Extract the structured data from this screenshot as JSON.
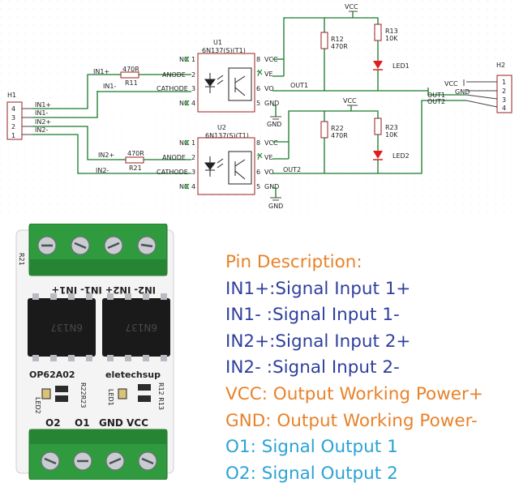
{
  "colors": {
    "wire": "#167a2a",
    "component": "#9a1f1f",
    "heading": "#e8822a",
    "input_text": "#2f3f9e",
    "power_text": "#e8822a",
    "output_text": "#2aa3d6",
    "led": "#e11d1d",
    "board_white": "#f4f4f4",
    "terminal_green": "#2f9a3e",
    "chip": "#1a1a1a"
  },
  "schematic": {
    "vcc_top": "VCC",
    "vcc_mid": "VCC",
    "gnd_1": "GND",
    "gnd_2": "GND",
    "h1": {
      "ref": "H1",
      "pins": [
        "4",
        "3",
        "2",
        "1"
      ],
      "nets": [
        "IN1+",
        "IN1-",
        "IN2+",
        "IN2-"
      ]
    },
    "h2": {
      "ref": "H2",
      "pins": [
        "1",
        "2",
        "3",
        "4"
      ],
      "vcc": "VCC",
      "gnd": "GND",
      "out1": "OUT1",
      "out2": "OUT2"
    },
    "u1": {
      "ref": "U1",
      "part": "6N137(S)(T1)",
      "left_pins": [
        {
          "name": "NC",
          "num": "1"
        },
        {
          "name": "ANODE",
          "num": "2"
        },
        {
          "name": "CATHODE",
          "num": "3"
        },
        {
          "name": "NC",
          "num": "4"
        }
      ],
      "right_pins": [
        {
          "num": "8",
          "name": "VCC"
        },
        {
          "num": "7",
          "name": "VE"
        },
        {
          "num": "6",
          "name": "VO"
        },
        {
          "num": "5",
          "name": "GND"
        }
      ],
      "out_net": "OUT1"
    },
    "u2": {
      "ref": "U2",
      "part": "6N137(S)(T1)",
      "left_pins": [
        {
          "name": "NC",
          "num": "1"
        },
        {
          "name": "ANODE",
          "num": "2"
        },
        {
          "name": "CATHODE",
          "num": "3"
        },
        {
          "name": "NC",
          "num": "4"
        }
      ],
      "right_pins": [
        {
          "num": "8",
          "name": "VCC"
        },
        {
          "num": "7",
          "name": "VE"
        },
        {
          "num": "6",
          "name": "VO"
        },
        {
          "num": "5",
          "name": "GND"
        }
      ],
      "out_net": "OUT2"
    },
    "r11": {
      "value": "470R",
      "ref": "R11"
    },
    "r21": {
      "value": "470R",
      "ref": "R21"
    },
    "r12": {
      "ref": "R12",
      "value": "470R"
    },
    "r13": {
      "ref": "R13",
      "value": "10K"
    },
    "r22": {
      "ref": "R22",
      "value": "470R"
    },
    "r23": {
      "ref": "R23",
      "value": "10K"
    },
    "led1": "LED1",
    "led2": "LED2",
    "in_labels": {
      "in1p": "IN1+",
      "in1m": "IN1-",
      "in2p": "IN2+",
      "in2m": "IN2-"
    }
  },
  "board": {
    "top_terminals": "IN2- IN2+ IN1- IN1+",
    "chip_left": "6N137",
    "chip_right": "6N137",
    "model": "OP62A02",
    "brand": "eletechsup",
    "led1": "LED1",
    "led2": "LED2",
    "r12r13": "R12 R13",
    "r22r23": "R22R23",
    "r21": "R21",
    "bottom_labels": {
      "o2": "O2",
      "o1": "O1",
      "gnd": "GND",
      "vcc": "VCC"
    }
  },
  "pin_description": {
    "heading": "Pin Description:",
    "lines": [
      {
        "text": "IN1+:Signal Input 1+",
        "kind": "input"
      },
      {
        "text": "IN1- :Signal Input 1-",
        "kind": "input"
      },
      {
        "text": "IN2+:Signal Input 2+",
        "kind": "input"
      },
      {
        "text": "IN2- :Signal Input 2-",
        "kind": "input"
      },
      {
        "text": "VCC: Output Working Power+",
        "kind": "power"
      },
      {
        "text": "GND: Output Working Power-",
        "kind": "power"
      },
      {
        "text": "O1: Signal Output 1",
        "kind": "output"
      },
      {
        "text": "O2: Signal Output 2",
        "kind": "output"
      }
    ]
  }
}
